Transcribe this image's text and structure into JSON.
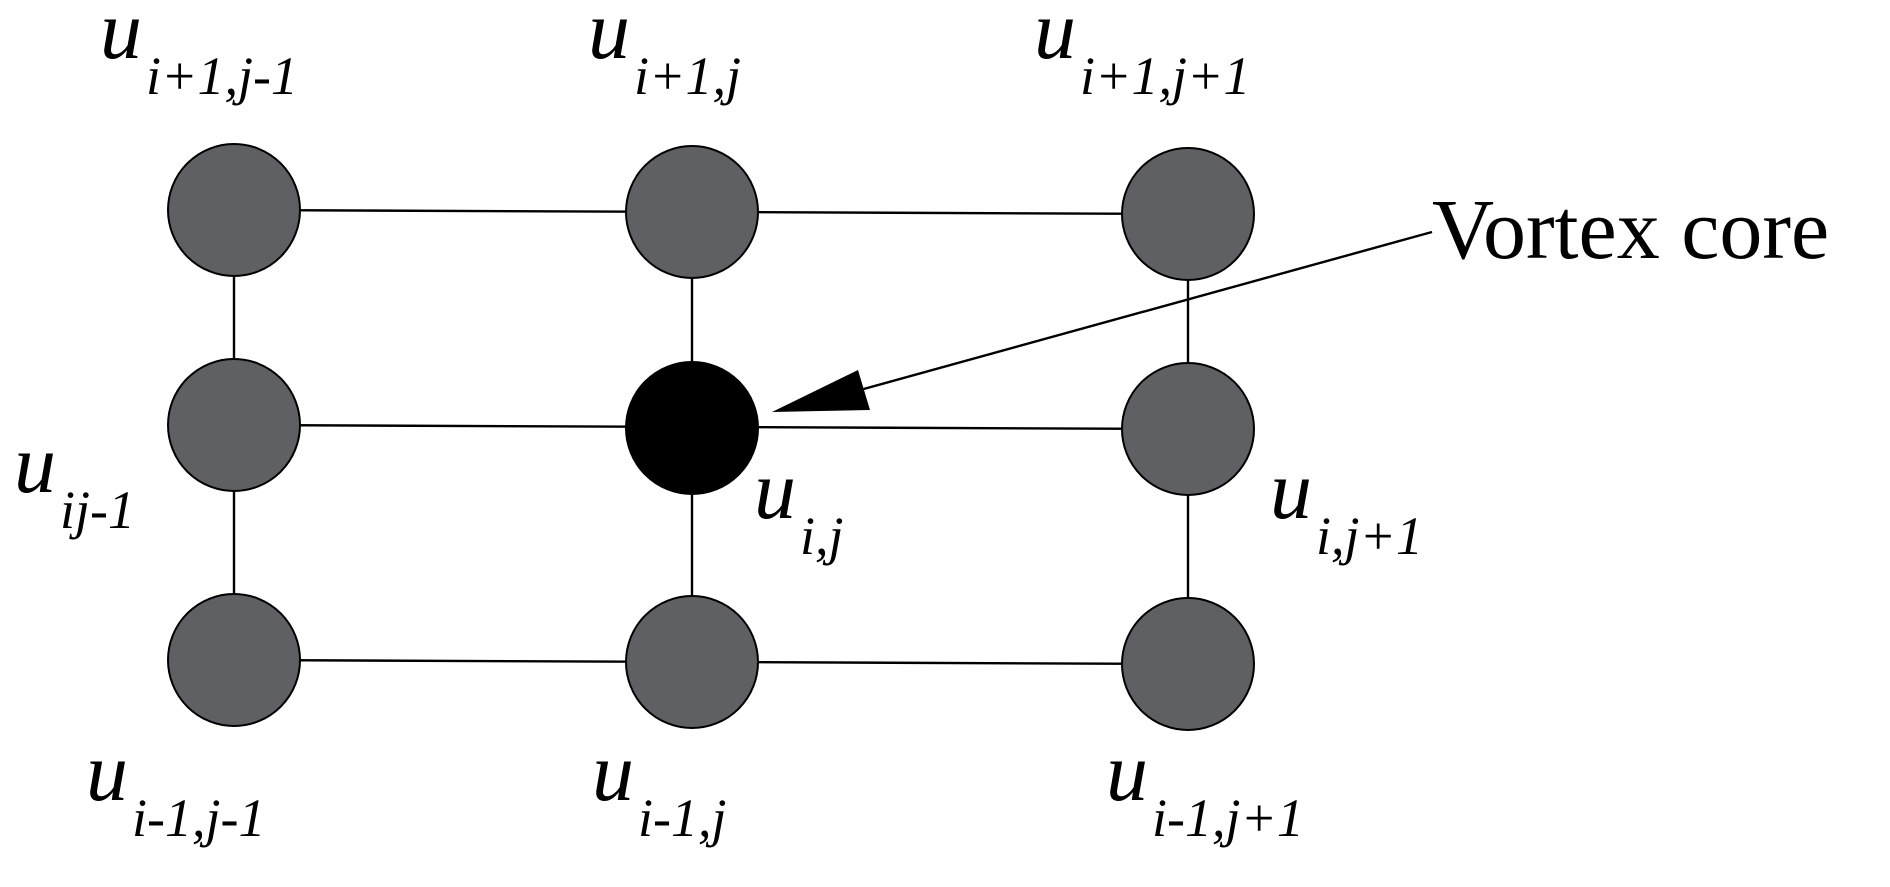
{
  "colors": {
    "neighbor_fill": "#5f6063",
    "core_fill": "#000000",
    "line": "#000000",
    "background": "#ffffff"
  },
  "nodes": [
    {
      "id": "n-ip1-jm1",
      "main": "u",
      "sub": "i+1,j-1",
      "type": "neighbor"
    },
    {
      "id": "n-ip1-j",
      "main": "u",
      "sub": "i+1,j",
      "type": "neighbor"
    },
    {
      "id": "n-ip1-jp1",
      "main": "u",
      "sub": "i+1,j+1",
      "type": "neighbor"
    },
    {
      "id": "n-i-jm1",
      "main": "u",
      "sub": "ij-1",
      "type": "neighbor"
    },
    {
      "id": "n-i-j",
      "main": "u",
      "sub": "i,j",
      "type": "core"
    },
    {
      "id": "n-i-jp1",
      "main": "u",
      "sub": "i,j+1",
      "type": "neighbor"
    },
    {
      "id": "n-im1-jm1",
      "main": "u",
      "sub": "i-1,j-1",
      "type": "neighbor"
    },
    {
      "id": "n-im1-j",
      "main": "u",
      "sub": "i-1,j",
      "type": "neighbor"
    },
    {
      "id": "n-im1-jp1",
      "main": "u",
      "sub": "i-1,j+1",
      "type": "neighbor"
    }
  ],
  "annotation": {
    "label": "Vortex core",
    "target": "n-i-j"
  }
}
